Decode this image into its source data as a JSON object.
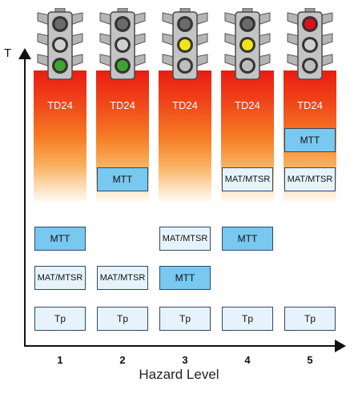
{
  "axis": {
    "y_label": "T",
    "x_label": "Hazard Level"
  },
  "columns": [
    {
      "level": "1",
      "td_label": "TD24",
      "light": {
        "top": "#6b6b6b",
        "middle": "#cfcfcf",
        "bottom": "#3ea331"
      },
      "boxes": [
        {
          "label": "Tp",
          "style": "light",
          "row": 0
        },
        {
          "label": "MAT/MTSR",
          "style": "light",
          "row": 1
        },
        {
          "label": "MTT",
          "style": "dark",
          "row": 2
        }
      ]
    },
    {
      "level": "2",
      "td_label": "TD24",
      "light": {
        "top": "#6b6b6b",
        "middle": "#cfcfcf",
        "bottom": "#3ea331"
      },
      "boxes": [
        {
          "label": "Tp",
          "style": "light",
          "row": 0
        },
        {
          "label": "MAT/MTSR",
          "style": "light",
          "row": 1
        },
        {
          "label": "MTT",
          "style": "dark",
          "row": 3
        }
      ]
    },
    {
      "level": "3",
      "td_label": "TD24",
      "light": {
        "top": "#6b6b6b",
        "middle": "#f2e21a",
        "bottom": "#bdbdbd"
      },
      "boxes": [
        {
          "label": "Tp",
          "style": "light",
          "row": 0
        },
        {
          "label": "MTT",
          "style": "dark",
          "row": 1
        },
        {
          "label": "MAT/MTSR",
          "style": "light",
          "row": 2
        }
      ]
    },
    {
      "level": "4",
      "td_label": "TD24",
      "light": {
        "top": "#6b6b6b",
        "middle": "#f2e21a",
        "bottom": "#bdbdbd"
      },
      "boxes": [
        {
          "label": "Tp",
          "style": "light",
          "row": 0
        },
        {
          "label": "MTT",
          "style": "dark",
          "row": 2
        },
        {
          "label": "MAT/MTSR",
          "style": "light",
          "row": 3
        }
      ]
    },
    {
      "level": "5",
      "td_label": "TD24",
      "light": {
        "top": "#d8131b",
        "middle": "#cfcfcf",
        "bottom": "#bdbdbd"
      },
      "boxes": [
        {
          "label": "Tp",
          "style": "light",
          "row": 0
        },
        {
          "label": "MAT/MTSR",
          "style": "light",
          "row": 3
        },
        {
          "label": "MTT",
          "style": "dark",
          "row": 4
        }
      ]
    }
  ],
  "colors": {
    "dark_box": "#78c8f0",
    "light_box": "#e6f3fc",
    "box_border": "#2f4a66",
    "gradient_top": "#ea1c12",
    "gradient_bottom": "#ffffff"
  }
}
